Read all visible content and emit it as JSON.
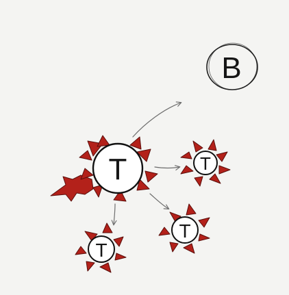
{
  "diagram": {
    "nodes": [
      {
        "id": "b-cell",
        "kind": "plain",
        "label": "B"
      },
      {
        "id": "t-cell-main",
        "kind": "spiked",
        "label": "T"
      },
      {
        "id": "t-cell-right",
        "kind": "spiked",
        "label": "T"
      },
      {
        "id": "t-cell-lower-right",
        "kind": "spiked",
        "label": "T"
      },
      {
        "id": "t-cell-bottom",
        "kind": "spiked",
        "label": "T"
      }
    ],
    "edges": [
      {
        "from": "t-cell-main",
        "to": "b-cell"
      },
      {
        "from": "t-cell-main",
        "to": "t-cell-right"
      },
      {
        "from": "t-cell-main",
        "to": "t-cell-lower-right"
      },
      {
        "from": "t-cell-main",
        "to": "t-cell-bottom"
      }
    ],
    "colors": {
      "background": "#f4f4f2",
      "ink": "#1e1e1e",
      "spike": "#b3211a",
      "arrow": "#6e6e6e"
    }
  }
}
